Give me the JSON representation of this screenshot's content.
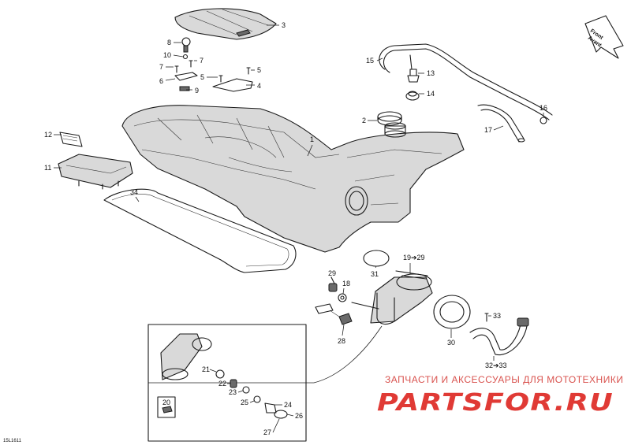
{
  "direction_arrow": {
    "line1": "Front",
    "line2": "Avant"
  },
  "callouts": {
    "c1": "1",
    "c2": "2",
    "c3": "3",
    "c4": "4",
    "c5a": "5",
    "c5b": "5",
    "c6": "6",
    "c7a": "7",
    "c7b": "7",
    "c8": "8",
    "c9": "9",
    "c10": "10",
    "c11": "11",
    "c12": "12",
    "c13": "13",
    "c14": "14",
    "c15": "15",
    "c16": "16",
    "c17": "17",
    "c18": "18",
    "c19_29": "19➔29",
    "c20": "20",
    "c21": "21",
    "c22": "22",
    "c23": "23",
    "c24": "24",
    "c25": "25",
    "c26": "26",
    "c27": "27",
    "c28": "28",
    "c29": "29",
    "c30": "30",
    "c31": "31",
    "c32_33": "32➔33",
    "c33": "33",
    "c34": "34"
  },
  "watermark": {
    "top_line": "ЗАПЧАСТИ И АКСЕССУАРЫ ДЛЯ МОТОТЕХНИКИ",
    "brand": "PARTSFOR.RU"
  },
  "sheet_id": "15L1611",
  "colors": {
    "line": "#1a1a1a",
    "part_fill": "#d9d9d9",
    "watermark": "#e03a35"
  }
}
